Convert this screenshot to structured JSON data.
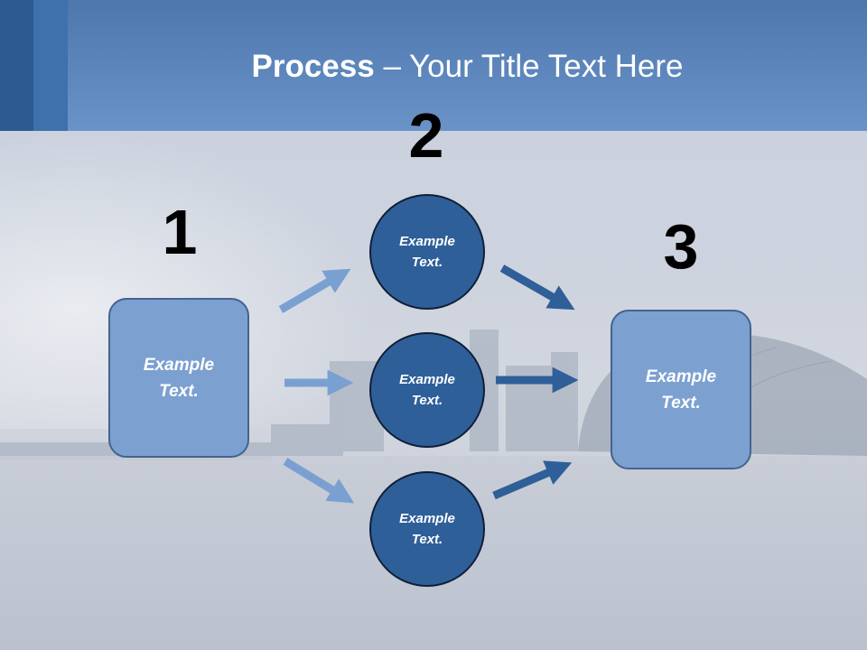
{
  "title": {
    "bold": "Process",
    "rest": " – Your Title Text Here"
  },
  "steps": [
    {
      "number": "1",
      "text": "Example\nText."
    },
    {
      "number": "2",
      "items": [
        "Example\nText.",
        "Example\nText.",
        "Example\nText."
      ]
    },
    {
      "number": "3",
      "text": "Example\nText."
    }
  ],
  "colors": {
    "header": "#5a84bb",
    "box_fill": "#7ca0d0",
    "circle_fill": "#2f5f99",
    "light_arrow": "#7aa0d2",
    "dark_arrow": "#2f5f99"
  }
}
